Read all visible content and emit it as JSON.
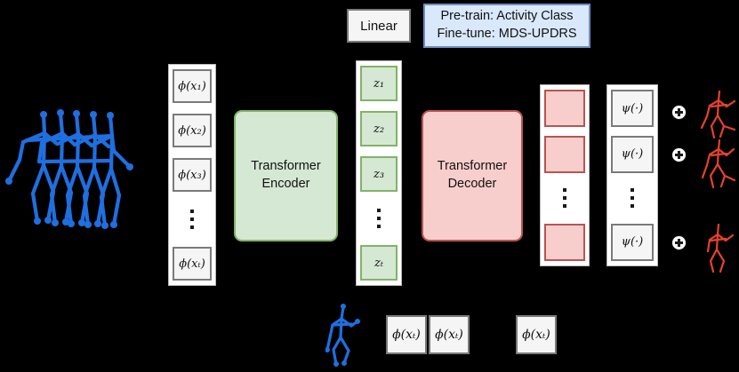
{
  "diagram": {
    "title": "Transformer encoder-decoder skeleton pipeline",
    "background_color": "#000000",
    "palette": {
      "green_fill": "#d5e8d4",
      "green_stroke": "#82b366",
      "pink_fill": "#f8cecc",
      "pink_stroke": "#b85450",
      "blue_fill": "#dae8fc",
      "blue_stroke": "#6c8ebf",
      "gray_fill": "#f5f5f5",
      "gray_stroke": "#7a7a7a",
      "skeleton_input_color": "#1f6fe0",
      "skeleton_output_color": "#e8412c"
    }
  },
  "input_skeleton": {
    "name": "blue-skeleton-sequence",
    "color": "#1f6fe0"
  },
  "input_tokens": {
    "name": "phi-token-column",
    "items": [
      {
        "label": "ϕ(x₁)"
      },
      {
        "label": "ϕ(x₂)"
      },
      {
        "label": "ϕ(x₃)"
      },
      {
        "label": "⋮"
      },
      {
        "label": "ϕ(xₜ)"
      }
    ]
  },
  "encoder": {
    "line1": "Transformer",
    "line2": "Encoder"
  },
  "latent_tokens": {
    "name": "z-latent-column",
    "items": [
      {
        "label": "z₁"
      },
      {
        "label": "z₂"
      },
      {
        "label": "z₃"
      },
      {
        "label": "⋮"
      },
      {
        "label": "zₜ"
      }
    ]
  },
  "linear_head": {
    "label": "Linear"
  },
  "task_box": {
    "line1": "Pre-train: Activity Class",
    "line2": "Fine-tune: MDS-UPDRS"
  },
  "decoder": {
    "line1": "Transformer",
    "line2": "Decoder"
  },
  "decoder_outputs": {
    "name": "decoder-output-column",
    "items": [
      {
        "label": ""
      },
      {
        "label": ""
      },
      {
        "label": "⋮"
      },
      {
        "label": ""
      }
    ]
  },
  "psi_tokens": {
    "name": "psi-projection-column",
    "items": [
      {
        "label": "ψ(·)"
      },
      {
        "label": "ψ(·)"
      },
      {
        "label": "⋮"
      },
      {
        "label": "ψ(·)"
      }
    ]
  },
  "plus_operators": [
    {
      "label": "⊕"
    },
    {
      "label": "⊕"
    },
    {
      "label": "⊕"
    }
  ],
  "output_skeletons": [
    {
      "name": "red-skeleton-1",
      "color": "#e8412c"
    },
    {
      "name": "red-skeleton-2",
      "color": "#e8412c"
    },
    {
      "name": "red-skeleton-3",
      "color": "#e8412c"
    }
  ],
  "bottom_row": {
    "skeleton": {
      "name": "blue-skeleton-single",
      "color": "#1f6fe0"
    },
    "tokens": [
      {
        "label": "ϕ(xₜ)"
      },
      {
        "label": "ϕ(xₜ)"
      },
      {
        "label": "ϕ(xₜ)"
      }
    ]
  }
}
